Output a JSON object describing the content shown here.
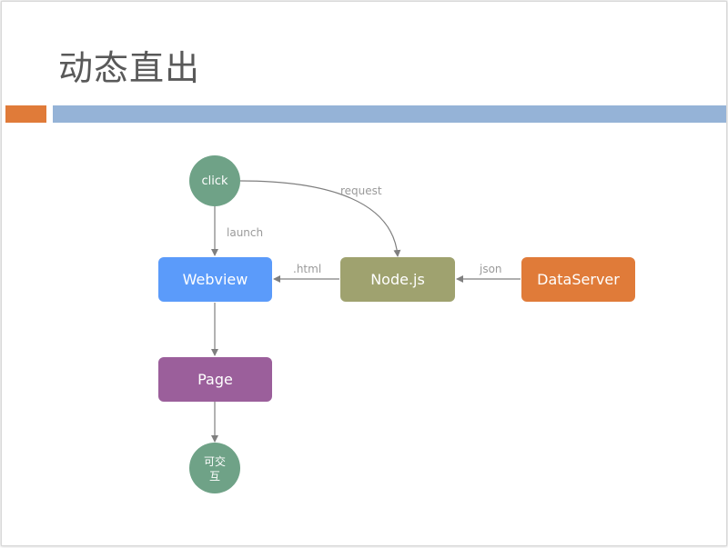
{
  "slide": {
    "title": "动态直出",
    "colors": {
      "accent_orange": "#e07b39",
      "accent_blue": "#95b3d7",
      "node_teal": "#6fa287",
      "node_blue": "#5b9bfa",
      "node_olive": "#9fa26f",
      "node_purple": "#9b5f9b",
      "node_orange": "#e07b39",
      "edge": "#7f7f7f"
    }
  },
  "diagram": {
    "nodes": {
      "click": "click",
      "webview": "Webview",
      "nodejs": "Node.js",
      "dataserver": "DataServer",
      "page": "Page",
      "interactive_line1": "可交",
      "interactive_line2": "互"
    },
    "edges": {
      "request": "request",
      "launch": "launch",
      "html": ".html",
      "json": "json"
    }
  }
}
